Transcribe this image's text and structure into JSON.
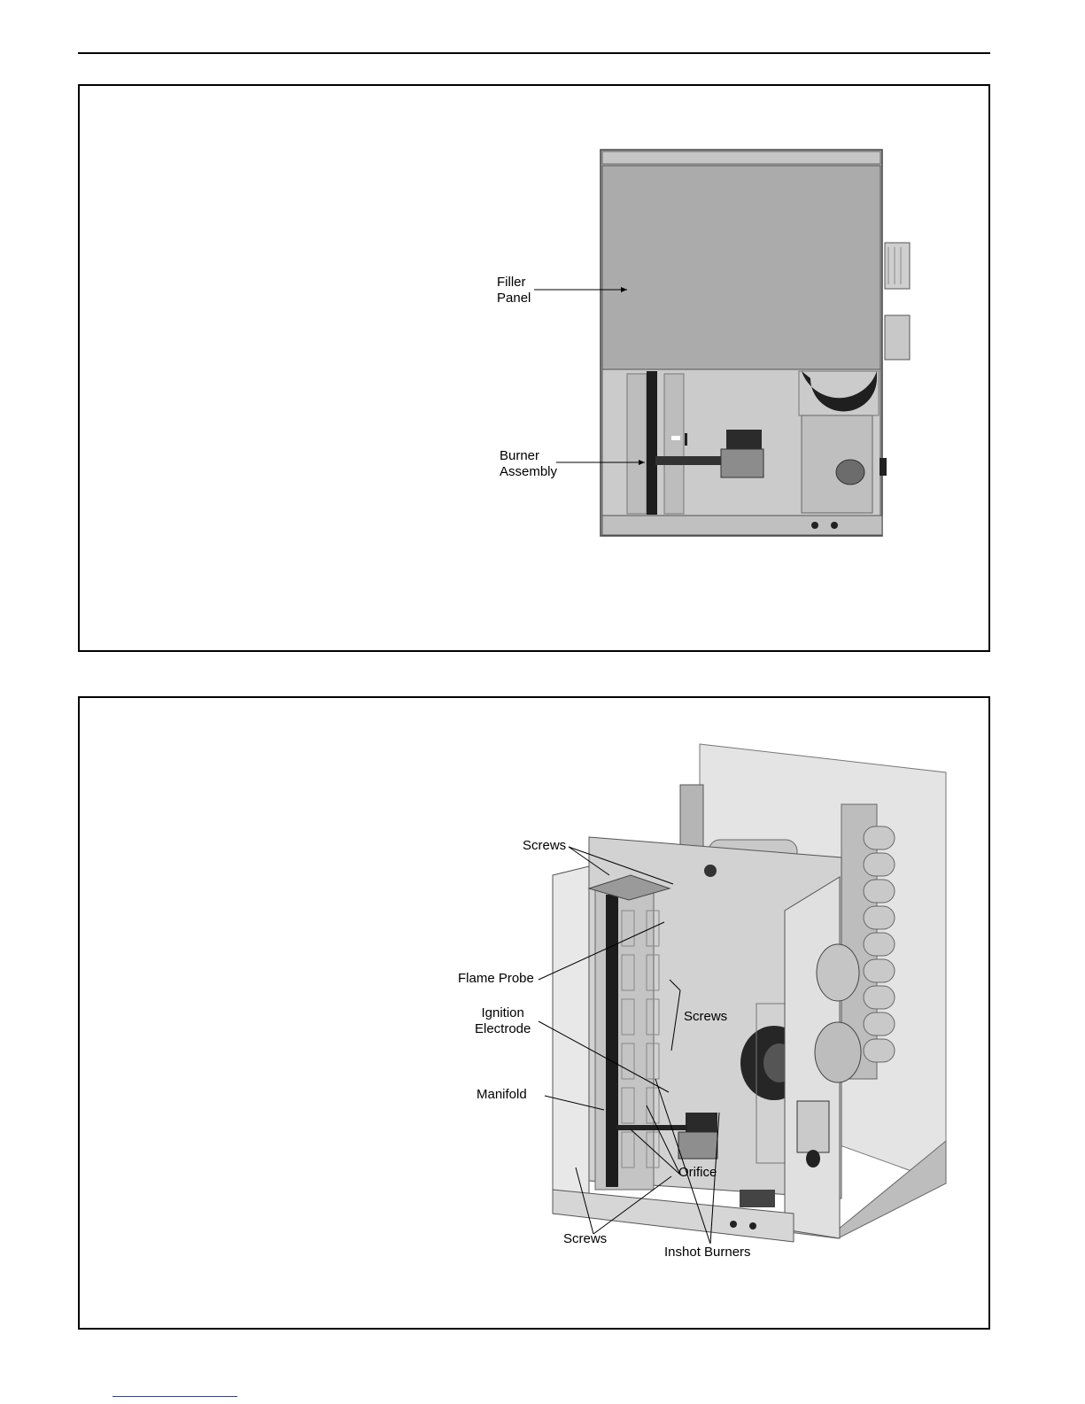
{
  "figure1": {
    "callouts": {
      "filler_panel_line1": "Filler",
      "filler_panel_line2": "Panel",
      "burner_assembly_line1": "Burner",
      "burner_assembly_line2": "Assembly"
    }
  },
  "figure2": {
    "callouts": {
      "screws_top": "Screws",
      "flame_probe": "Flame Probe",
      "ignition_electrode_line1": "Ignition",
      "ignition_electrode_line2": "Electrode",
      "screws_right": "Screws",
      "manifold": "Manifold",
      "orifice": "Orifice",
      "screws_bottom": "Screws",
      "inshot_burners": "Inshot Burners"
    }
  }
}
